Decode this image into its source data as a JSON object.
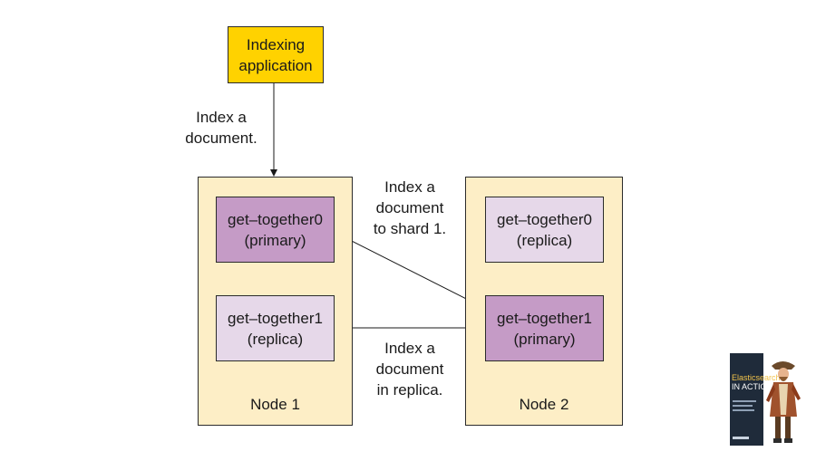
{
  "diagram": {
    "indexing_app": [
      "Indexing",
      "application"
    ],
    "label_index_doc": [
      "Index a",
      "document."
    ],
    "label_to_shard": [
      "Index a",
      "document",
      "to shard 1."
    ],
    "label_in_replica": [
      "Index a",
      "document",
      "in replica."
    ],
    "node1": {
      "name": "Node 1",
      "shard0": [
        "get–together0",
        "(primary)"
      ],
      "shard1": [
        "get–together1",
        "(replica)"
      ]
    },
    "node2": {
      "name": "Node 2",
      "shard0": [
        "get–together0",
        "(replica)"
      ],
      "shard1": [
        "get–together1",
        "(primary)"
      ]
    }
  },
  "book_cover": {
    "title_line1": "Elasticsearch",
    "title_line2": "IN ACTION"
  },
  "colors": {
    "app": "#ffd200",
    "node": "#fdeec6",
    "primary": "#c59bc6",
    "replica": "#e6d8e9"
  }
}
